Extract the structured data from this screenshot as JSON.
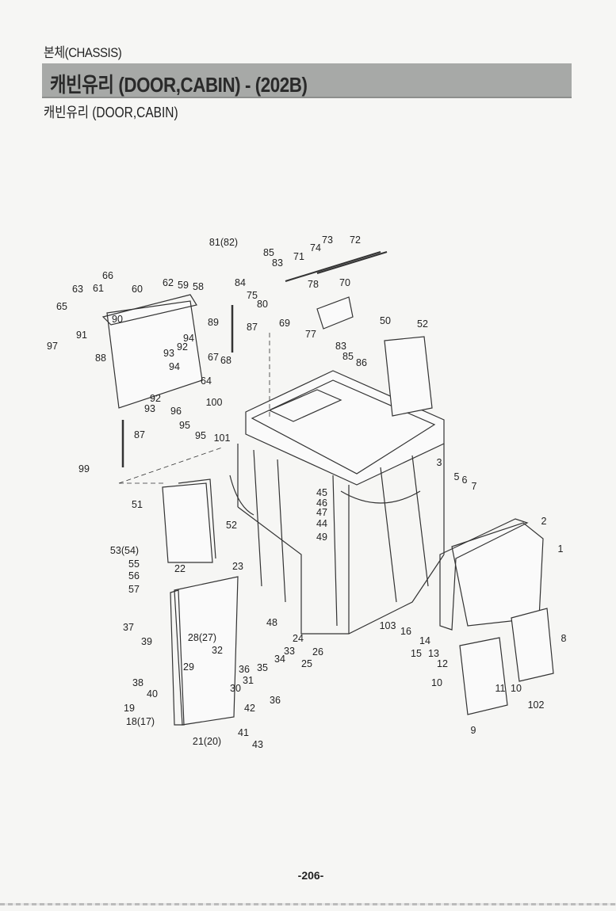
{
  "header": {
    "section": "본체(CHASSIS)",
    "title": "캐빈유리 (DOOR,CABIN) - (202B)",
    "subtitle": "캐빈유리 (DOOR,CABIN)"
  },
  "callouts": [
    "81(82)",
    "85",
    "83",
    "71",
    "74",
    "73",
    "72",
    "66",
    "63",
    "61",
    "62",
    "59",
    "58",
    "60",
    "84",
    "75",
    "80",
    "78",
    "70",
    "65",
    "90",
    "69",
    "89",
    "87",
    "77",
    "50",
    "52",
    "91",
    "94",
    "92",
    "83",
    "93",
    "97",
    "88",
    "67",
    "68",
    "85",
    "86",
    "94",
    "64",
    "92",
    "93",
    "96",
    "100",
    "95",
    "95",
    "101",
    "87",
    "99",
    "3",
    "5",
    "6",
    "7",
    "45",
    "46",
    "47",
    "44",
    "2",
    "51",
    "52",
    "49",
    "1",
    "53(54)",
    "55",
    "56",
    "22",
    "23",
    "57",
    "48",
    "103",
    "16",
    "14",
    "8",
    "37",
    "39",
    "28(27)",
    "32",
    "24",
    "33",
    "26",
    "15",
    "13",
    "34",
    "25",
    "12",
    "29",
    "36",
    "35",
    "31",
    "11",
    "10",
    "38",
    "30",
    "10",
    "40",
    "36",
    "42",
    "19",
    "102",
    "18(17)",
    "41",
    "9",
    "43",
    "21(20)"
  ],
  "footer": {
    "page_number": "-206-"
  }
}
